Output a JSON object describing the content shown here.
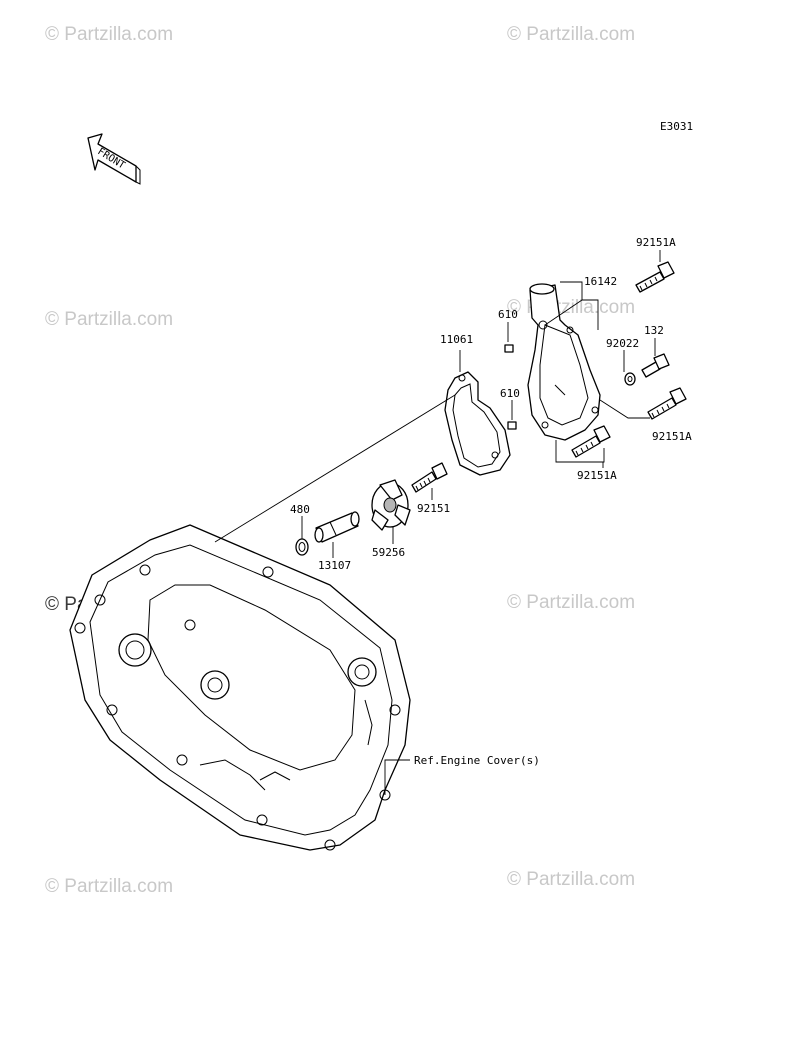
{
  "diagram_code": "E3031",
  "front_label": "FRONT",
  "watermark_text": "© Partzilla.com",
  "parts": {
    "p92151A_top": "92151A",
    "p16142": "16142",
    "p610_a": "610",
    "p11061": "11061",
    "p132": "132",
    "p92022": "92022",
    "p610_b": "610",
    "p92151A_right": "92151A",
    "p92151A_bottom": "92151A",
    "p480": "480",
    "p92151": "92151",
    "p59256": "59256",
    "p13107": "13107"
  },
  "reference_label": "Ref.Engine Cover(s)"
}
